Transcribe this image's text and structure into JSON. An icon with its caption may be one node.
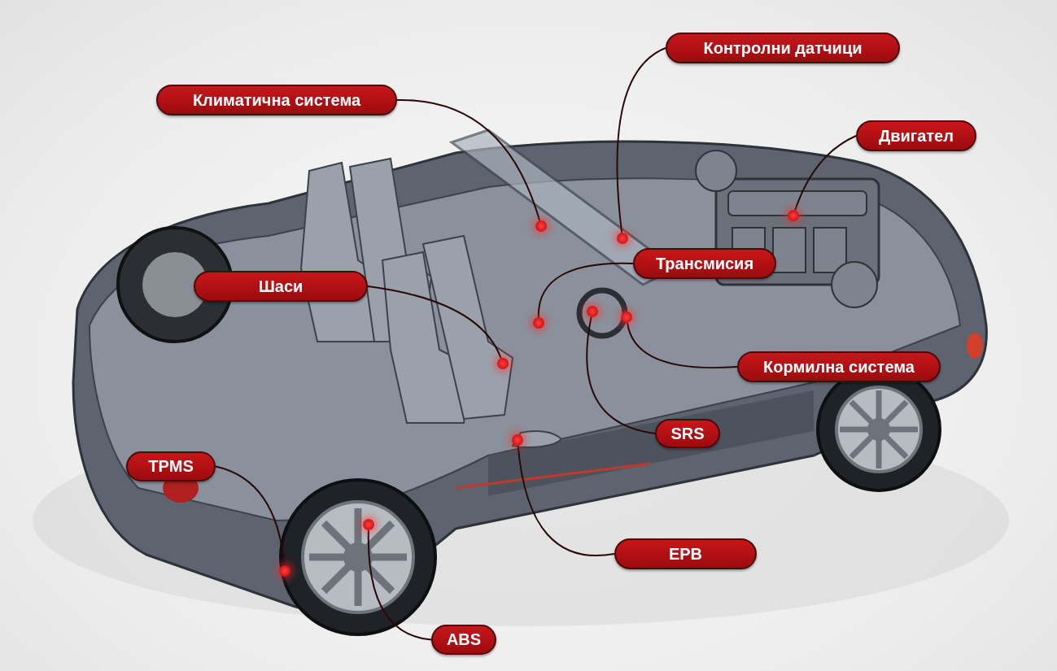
{
  "diagram": {
    "nodes": [
      {
        "text": [
          "Контролни датчици"
        ]
      },
      {
        "text": [
          "Климатична система"
        ]
      },
      {
        "text": [
          "Двигател"
        ]
      },
      {
        "text": [
          "Трансмисия"
        ]
      },
      {
        "text": [
          "Шаси"
        ]
      },
      {
        "text": [
          "Кормилна система"
        ]
      },
      {
        "text": [
          "SRS"
        ]
      },
      {
        "text": [
          "TPMS"
        ]
      },
      {
        "text": [
          "EPB"
        ]
      },
      {
        "text": [
          "ABS"
        ]
      },
      {
        "text": [],
        "shape": "circle"
      },
      {
        "text": [],
        "shape": "circle"
      },
      {
        "text": [],
        "shape": "circle"
      },
      {
        "text": [],
        "shape": "circle"
      },
      {
        "text": [],
        "shape": "circle"
      },
      {
        "text": [],
        "shape": "circle"
      },
      {
        "text": [],
        "shape": "circle"
      },
      {
        "text": [],
        "shape": "circle"
      },
      {
        "text": [],
        "shape": "circle"
      },
      {
        "text": [],
        "shape": "circle"
      }
    ],
    "edges": [
      {
        "from": 0,
        "to": 10,
        "arrow": "none"
      },
      {
        "from": 1,
        "to": 11,
        "arrow": "none"
      },
      {
        "from": 2,
        "to": 12,
        "arrow": "none"
      },
      {
        "from": 3,
        "to": 13,
        "arrow": "none"
      },
      {
        "from": 4,
        "to": 14,
        "arrow": "none"
      },
      {
        "from": 5,
        "to": 15,
        "arrow": "none"
      },
      {
        "from": 6,
        "to": 16,
        "arrow": "none"
      },
      {
        "from": 7,
        "to": 17,
        "arrow": "none"
      },
      {
        "from": 8,
        "to": 18,
        "arrow": "none"
      },
      {
        "from": 9,
        "to": 19,
        "arrow": "none"
      }
    ]
  }
}
